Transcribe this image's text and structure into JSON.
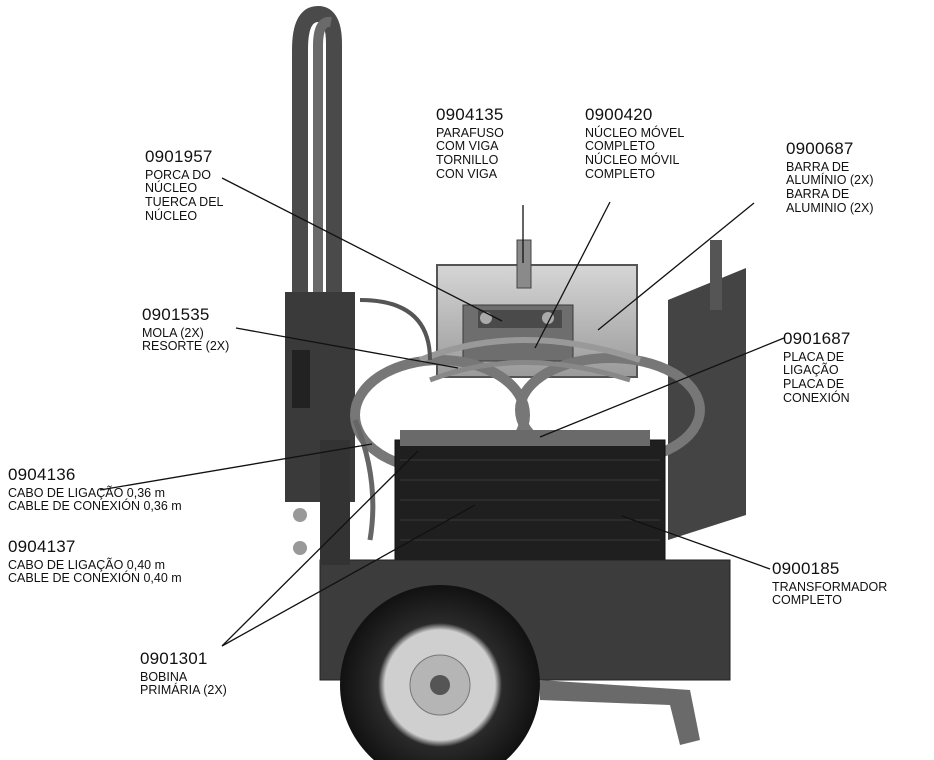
{
  "callouts": [
    {
      "id": "c-0901957",
      "part": "0901957",
      "lines": [
        "PORCA DO",
        "NÚCLEO",
        "TUERCA DEL",
        "NÚCLEO"
      ]
    },
    {
      "id": "c-0904135",
      "part": "0904135",
      "lines": [
        "PARAFUSO",
        "COM VIGA",
        "TORNILLO",
        "CON VIGA"
      ]
    },
    {
      "id": "c-0900420",
      "part": "0900420",
      "lines": [
        "NÚCLEO MÓVEL",
        "COMPLETO",
        "NÚCLEO MÓVIL",
        "COMPLETO"
      ]
    },
    {
      "id": "c-0900687",
      "part": "0900687",
      "lines": [
        "BARRA DE",
        "ALUMÍNIO (2X)",
        "BARRA DE",
        "ALUMINIO (2X)"
      ]
    },
    {
      "id": "c-0901535",
      "part": "0901535",
      "lines": [
        "MOLA (2X)",
        "RESORTE (2X)"
      ]
    },
    {
      "id": "c-0901687",
      "part": "0901687",
      "lines": [
        "PLACA DE",
        "LIGAÇÃO",
        "PLACA DE",
        "CONEXIÓN"
      ]
    },
    {
      "id": "c-0904136",
      "part": "0904136",
      "lines": [
        "CABO DE LIGAÇÃO 0,36 m",
        "CABLE DE CONEXIÓN 0,36 m"
      ]
    },
    {
      "id": "c-0904137",
      "part": "0904137",
      "lines": [
        "CABO DE LIGAÇÃO 0,40 m",
        "CABLE DE CONEXIÓN 0,40 m"
      ]
    },
    {
      "id": "c-0900185",
      "part": "0900185",
      "lines": [
        "TRANSFORMADOR",
        "COMPLETO"
      ]
    },
    {
      "id": "c-0901301",
      "part": "0901301",
      "lines": [
        "BOBINA",
        "PRIMÁRIA (2X)"
      ]
    }
  ]
}
